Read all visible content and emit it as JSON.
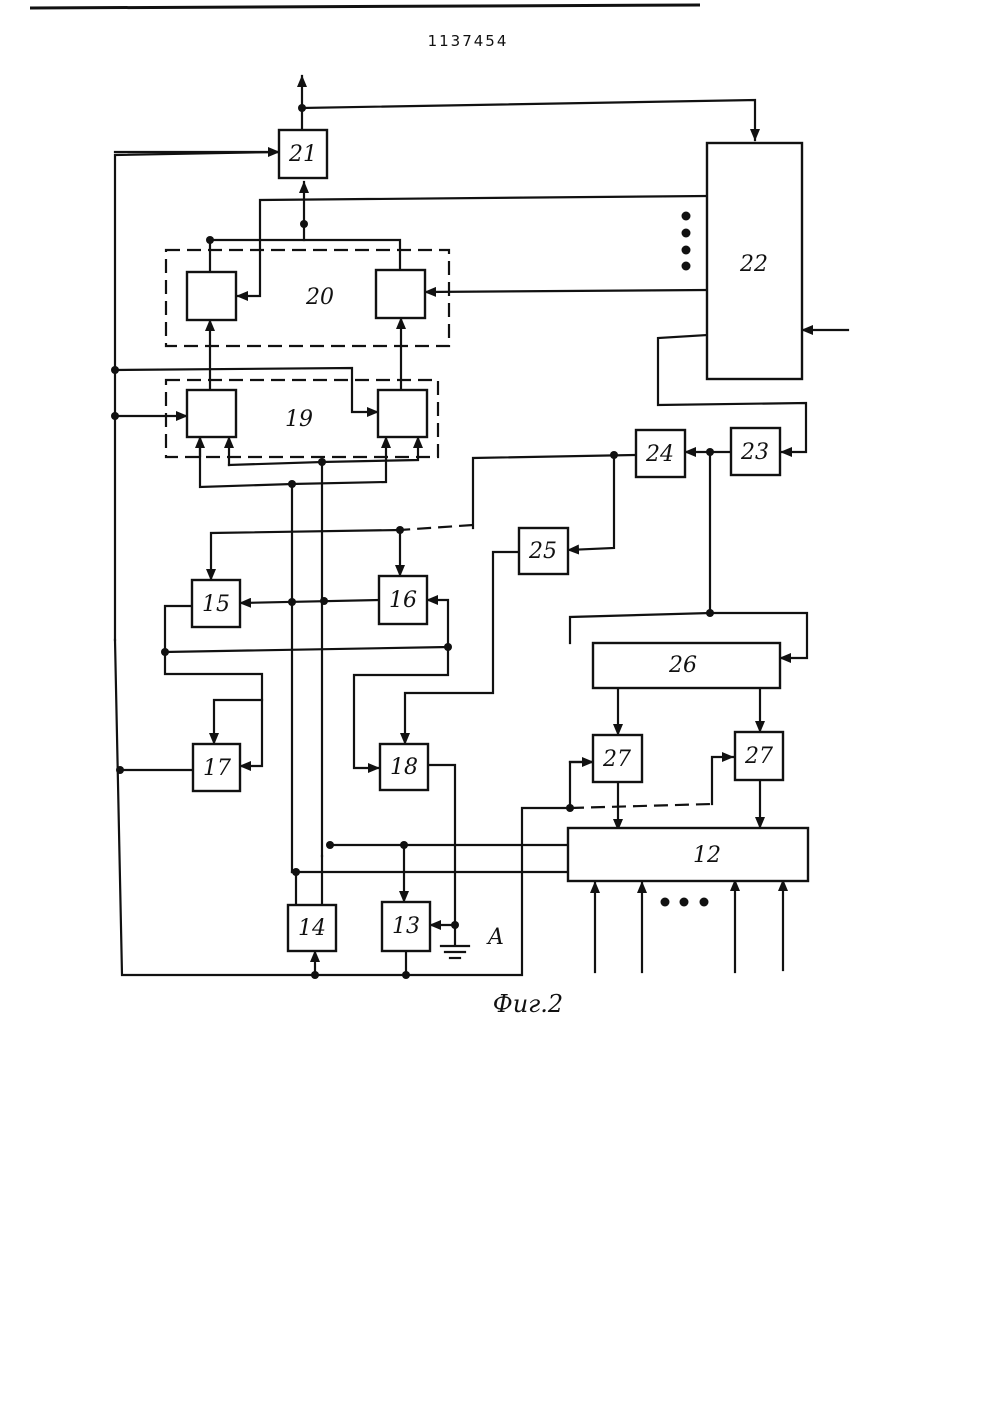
{
  "patent_number": "1137454",
  "figure_caption": "Фиг.2",
  "node_label_a": "A",
  "blocks": {
    "b12": "12",
    "b13": "13",
    "b14": "14",
    "b15": "15",
    "b16": "16",
    "b17": "17",
    "b18": "18",
    "b19": "19",
    "b20": "20",
    "b21": "21",
    "b22": "22",
    "b23": "23",
    "b24": "24",
    "b25": "25",
    "b26": "26",
    "b27a": "27",
    "b27b": "27"
  }
}
